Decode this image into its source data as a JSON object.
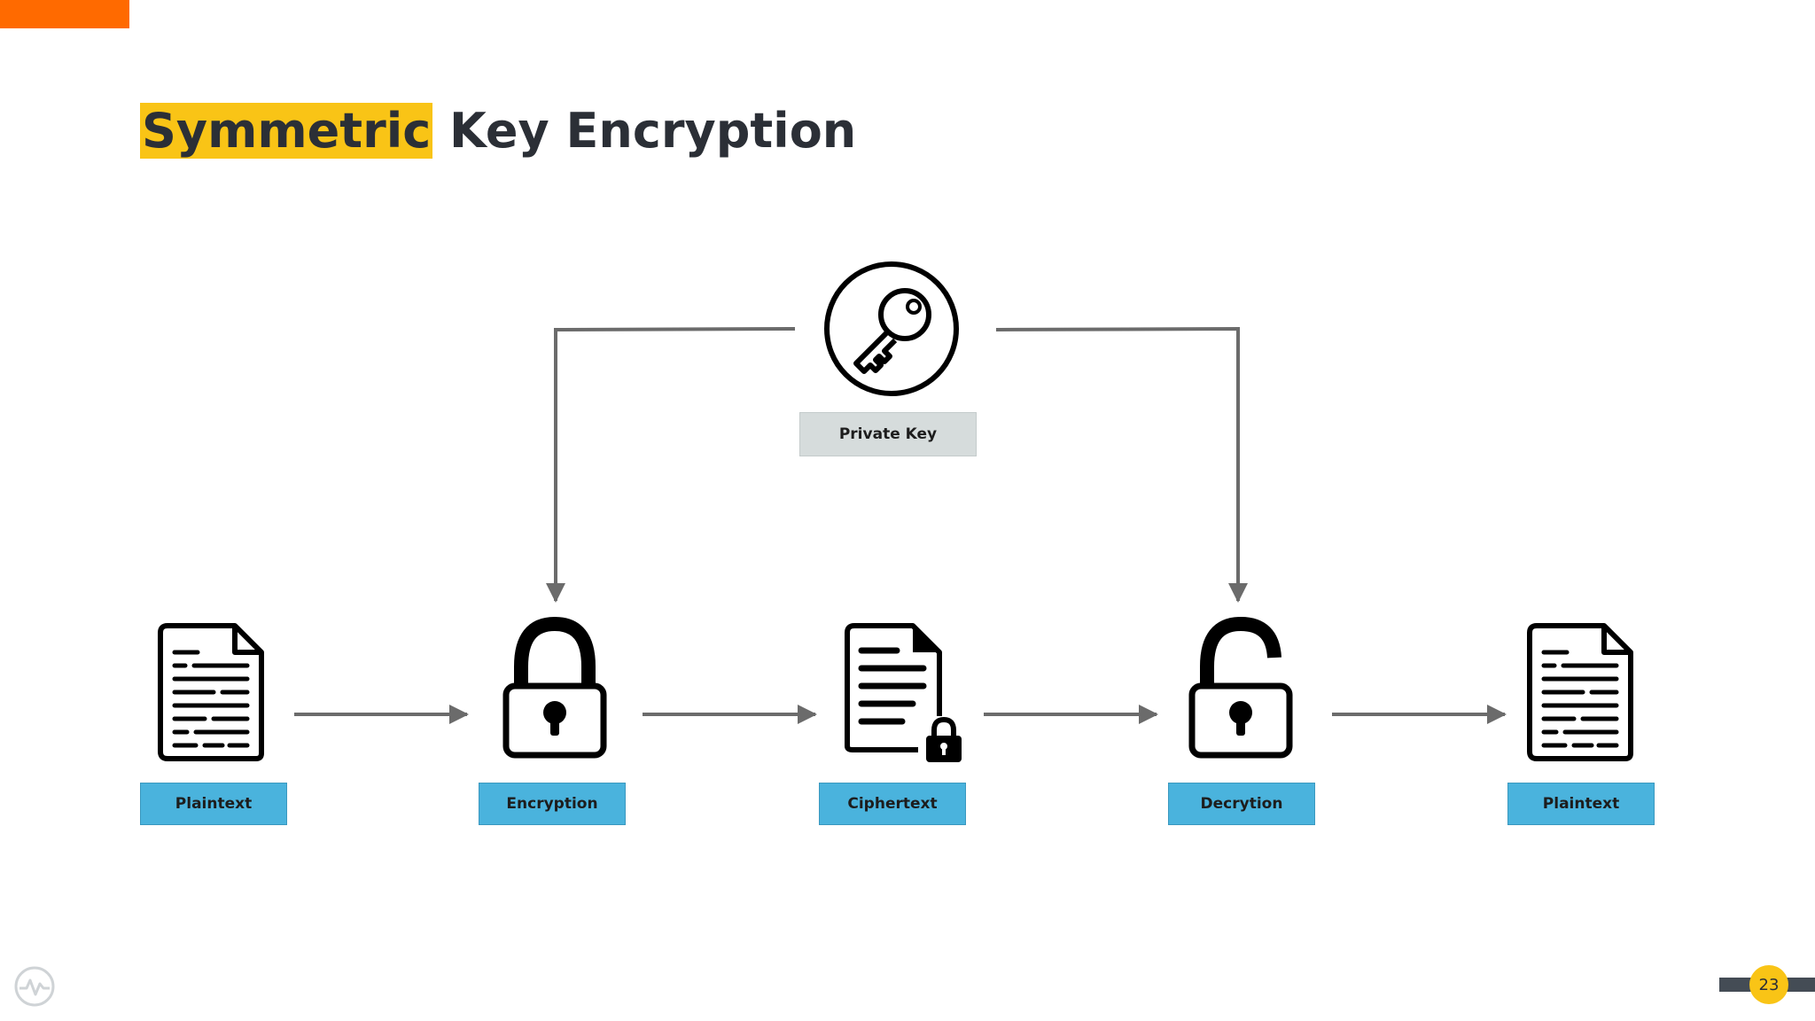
{
  "slide": {
    "title_highlight": "Symmetric",
    "title_rest": " Key Encryption",
    "page_number": "23",
    "colors": {
      "accent_orange": "#ff6a00",
      "highlight_yellow": "#f9c416",
      "label_blue": "#4ab3dd",
      "label_grey": "#d6dcdc",
      "arrow_grey": "#6b6b6b"
    }
  },
  "diagram": {
    "key": {
      "label": "Private Key",
      "icon": "key-icon"
    },
    "steps": [
      {
        "label": "Plaintext",
        "icon": "document-icon"
      },
      {
        "label": "Encryption",
        "icon": "padlock-closed-icon"
      },
      {
        "label": "Ciphertext",
        "icon": "locked-document-icon"
      },
      {
        "label": "Decrytion",
        "icon": "padlock-open-icon"
      },
      {
        "label": "Plaintext",
        "icon": "document-icon"
      }
    ]
  }
}
